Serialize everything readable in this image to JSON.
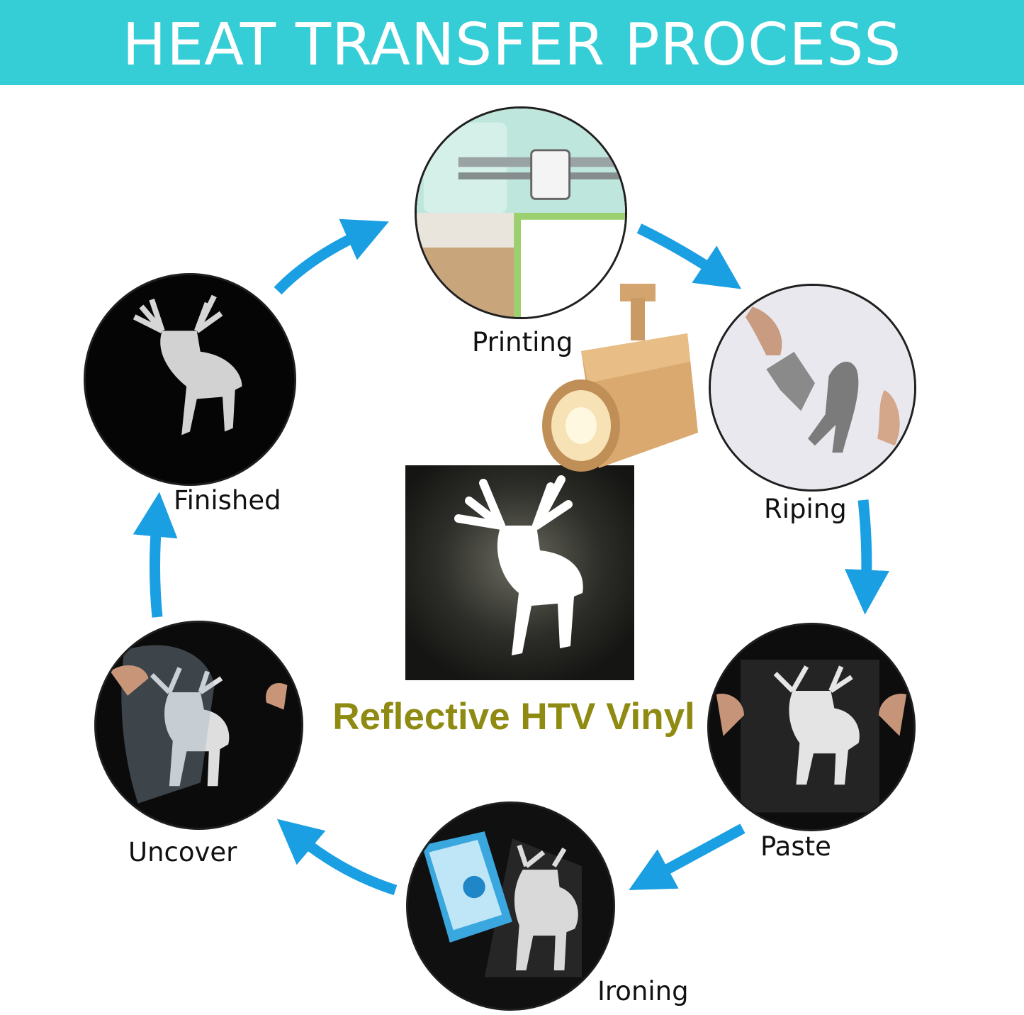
{
  "header": {
    "title": "HEAT TRANSFER PROCESS",
    "bg_color": "#35cdd6",
    "text_color": "#ffffff"
  },
  "steps": [
    {
      "id": "printing",
      "label": "Printing",
      "icon": "cutting-machine-photo"
    },
    {
      "id": "riping",
      "label": "Riping",
      "icon": "weeding-vinyl-photo"
    },
    {
      "id": "paste",
      "label": "Paste",
      "icon": "paste-transfer-photo"
    },
    {
      "id": "ironing",
      "label": "Ironing",
      "icon": "iron-press-photo"
    },
    {
      "id": "uncover",
      "label": "Uncover",
      "icon": "peel-film-photo"
    },
    {
      "id": "finished",
      "label": "Finished",
      "icon": "finished-deer-photo"
    }
  ],
  "center": {
    "caption": "Reflective HTV Vinyl",
    "caption_color": "#8f8a12",
    "arrow_color": "#1a9fe3"
  }
}
